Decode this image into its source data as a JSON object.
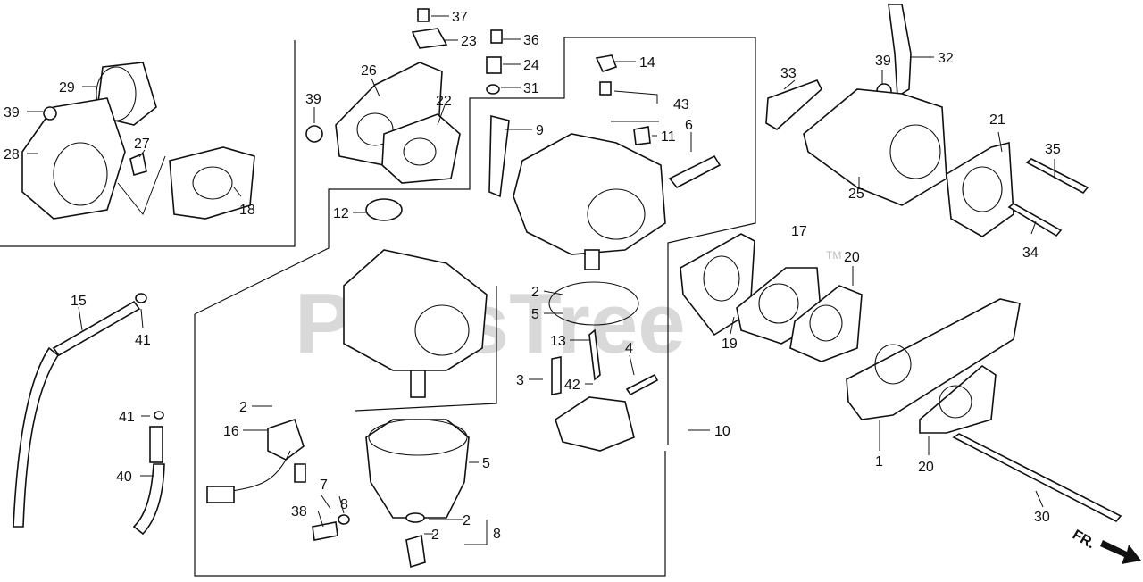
{
  "watermark": {
    "text": "PartsTree",
    "trademark": "TM"
  },
  "direction_marker": {
    "label": "FR."
  },
  "callouts": [
    {
      "id": "c1",
      "text": "37"
    },
    {
      "id": "c2",
      "text": "23"
    },
    {
      "id": "c3",
      "text": "36"
    },
    {
      "id": "c4",
      "text": "24"
    },
    {
      "id": "c5",
      "text": "31"
    },
    {
      "id": "c6",
      "text": "26"
    },
    {
      "id": "c7",
      "text": "22"
    },
    {
      "id": "c8",
      "text": "39"
    },
    {
      "id": "c9",
      "text": "14"
    },
    {
      "id": "c10",
      "text": "43"
    },
    {
      "id": "c11",
      "text": "9"
    },
    {
      "id": "c12",
      "text": "6"
    },
    {
      "id": "c13",
      "text": "11"
    },
    {
      "id": "c14",
      "text": "12"
    },
    {
      "id": "c15",
      "text": "33"
    },
    {
      "id": "c16",
      "text": "39"
    },
    {
      "id": "c17",
      "text": "32"
    },
    {
      "id": "c18",
      "text": "21"
    },
    {
      "id": "c19",
      "text": "35"
    },
    {
      "id": "c20",
      "text": "25"
    },
    {
      "id": "c21",
      "text": "34"
    },
    {
      "id": "c22",
      "text": "17"
    },
    {
      "id": "c23",
      "text": "20"
    },
    {
      "id": "c24",
      "text": "19"
    },
    {
      "id": "c25",
      "text": "29"
    },
    {
      "id": "c26",
      "text": "39"
    },
    {
      "id": "c27",
      "text": "28"
    },
    {
      "id": "c28",
      "text": "27"
    },
    {
      "id": "c29",
      "text": "18"
    },
    {
      "id": "c30",
      "text": "15"
    },
    {
      "id": "c31",
      "text": "41"
    },
    {
      "id": "c32",
      "text": "41"
    },
    {
      "id": "c33",
      "text": "40"
    },
    {
      "id": "c34",
      "text": "2"
    },
    {
      "id": "c35",
      "text": "5"
    },
    {
      "id": "c36",
      "text": "13"
    },
    {
      "id": "c37",
      "text": "4"
    },
    {
      "id": "c38",
      "text": "3"
    },
    {
      "id": "c39",
      "text": "42"
    },
    {
      "id": "c40",
      "text": "10"
    },
    {
      "id": "c41",
      "text": "1"
    },
    {
      "id": "c42",
      "text": "20"
    },
    {
      "id": "c43",
      "text": "30"
    },
    {
      "id": "c44",
      "text": "2"
    },
    {
      "id": "c45",
      "text": "16"
    },
    {
      "id": "c46",
      "text": "5"
    },
    {
      "id": "c47",
      "text": "7"
    },
    {
      "id": "c48",
      "text": "38"
    },
    {
      "id": "c49",
      "text": "8"
    },
    {
      "id": "c50",
      "text": "2"
    },
    {
      "id": "c51",
      "text": "2"
    },
    {
      "id": "c52",
      "text": "8"
    }
  ]
}
